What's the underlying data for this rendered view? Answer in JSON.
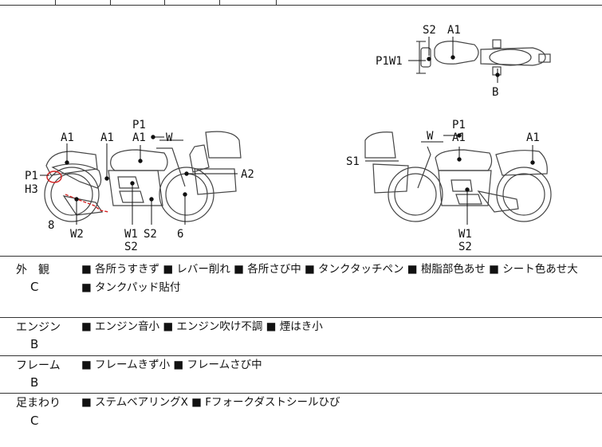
{
  "diagram": {
    "top_view": {
      "labels": [
        "S2",
        "A1",
        "P1W1",
        "B"
      ]
    },
    "left_view": {
      "labels": [
        "P1",
        "A1",
        "W",
        "A1",
        "A1",
        "A2",
        "P1",
        "H3",
        "8",
        "W2",
        "W1",
        "S2",
        "S2",
        "6"
      ]
    },
    "right_view": {
      "labels": [
        "P1",
        "W",
        "A1",
        "A1",
        "S1",
        "W1",
        "S2"
      ]
    }
  },
  "rows": [
    {
      "label": "外　観",
      "grade": "C",
      "lines": [
        "■ 各所うすきず ■ レバー削れ ■ 各所さび中 ■ タンクタッチペン ■ 樹脂部色あせ ■ シート色あせ大",
        "■ タンクパッド貼付"
      ]
    },
    {
      "label": "エンジン",
      "grade": "B",
      "lines": [
        "■ エンジン音小 ■ エンジン吹け不調 ■ 煙はき小"
      ]
    },
    {
      "label": "フレーム",
      "grade": "B",
      "lines": [
        "■ フレームきず小 ■ フレームさび中"
      ]
    },
    {
      "label": "足まわり",
      "grade": "C",
      "lines": [
        "■ ステムベアリングX ■ Fフォークダストシールひび"
      ]
    }
  ]
}
